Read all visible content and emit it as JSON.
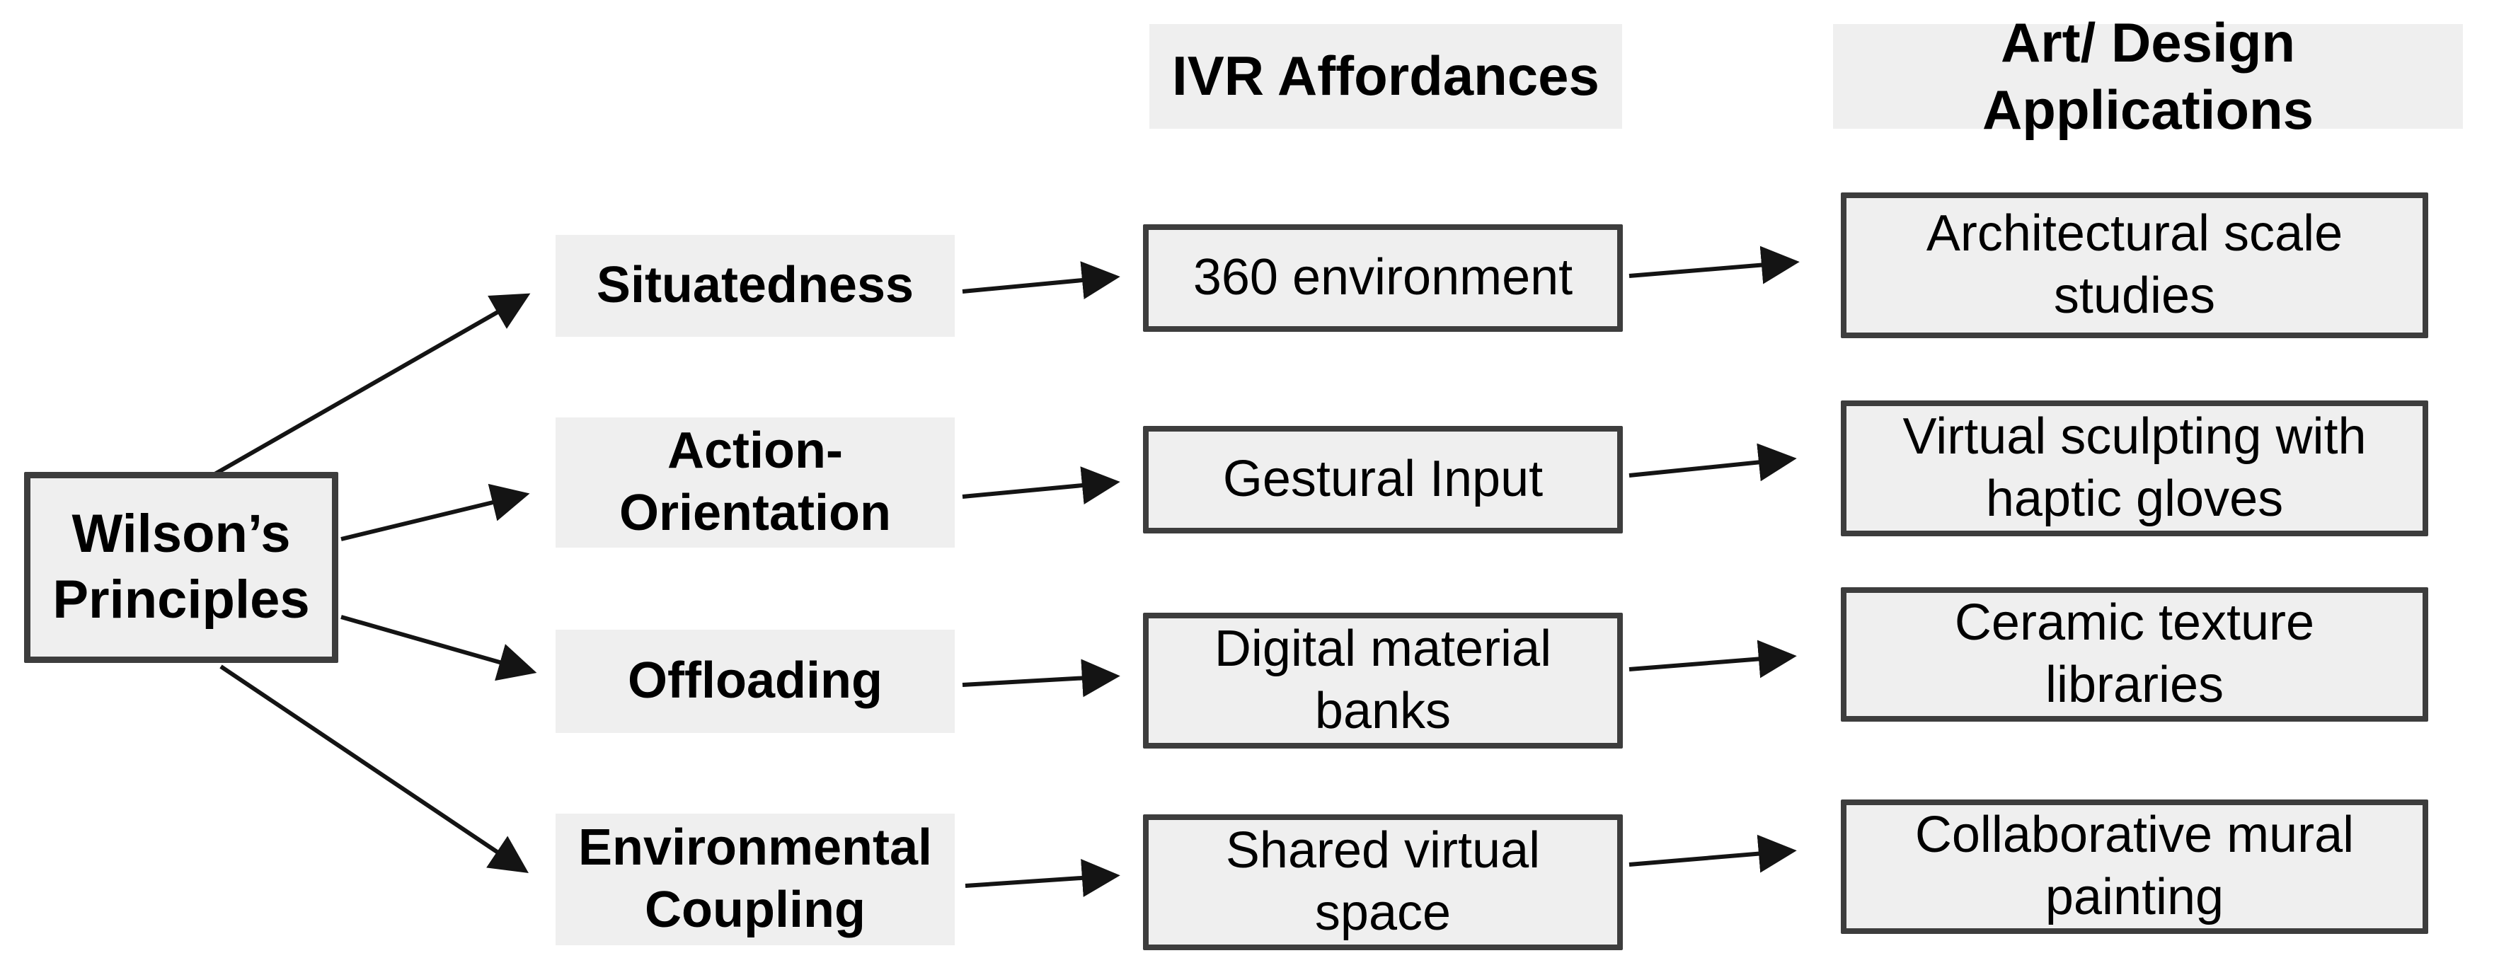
{
  "diagram": {
    "headers": {
      "affordances": "IVR Affordances",
      "applications": "Art/ Design Applications"
    },
    "root": {
      "label": "Wilson’s Principles"
    },
    "rows": [
      {
        "principle": "Situatedness",
        "affordance": "360 environment",
        "application": "Architectural scale studies"
      },
      {
        "principle": "Action-Orientation",
        "affordance": "Gestural Input",
        "application": "Virtual sculpting with haptic gloves"
      },
      {
        "principle": "Offloading",
        "affordance": "Digital material banks",
        "application": "Ceramic texture libraries"
      },
      {
        "principle": "Environmental Coupling",
        "affordance": "Shared virtual space",
        "application": "Collaborative mural painting"
      }
    ],
    "colors": {
      "node_fill": "#efefef",
      "node_border": "#3d3d3d",
      "arrow": "#141414",
      "text": "#000000",
      "background": "#ffffff"
    }
  }
}
